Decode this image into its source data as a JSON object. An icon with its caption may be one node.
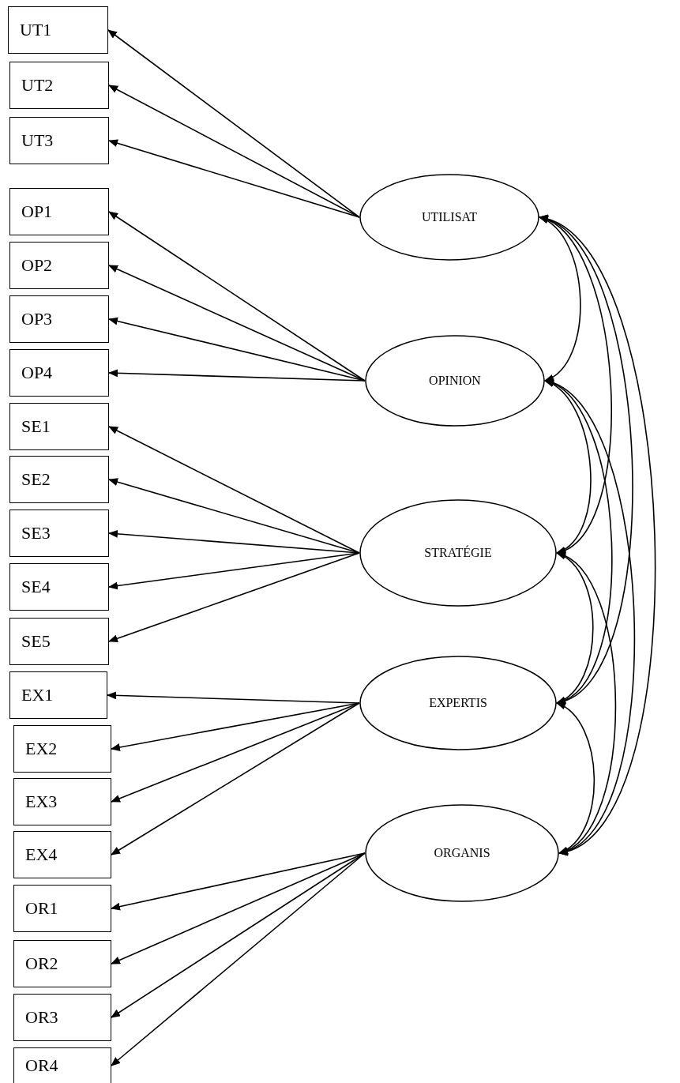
{
  "diagram": {
    "nodes": [
      {
        "text": [
          "UT1"
        ]
      },
      {
        "text": [
          "UT2"
        ]
      },
      {
        "text": [
          "UT3"
        ]
      },
      {
        "text": [
          "OP1"
        ]
      },
      {
        "text": [
          "OP2"
        ]
      },
      {
        "text": [
          "OP3"
        ]
      },
      {
        "text": [
          "OP4"
        ]
      },
      {
        "text": [
          "SE1"
        ]
      },
      {
        "text": [
          "SE2"
        ]
      },
      {
        "text": [
          "SE3"
        ]
      },
      {
        "text": [
          "SE4"
        ]
      },
      {
        "text": [
          "SE5"
        ]
      },
      {
        "text": [
          "EX1"
        ]
      },
      {
        "text": [
          "EX2"
        ]
      },
      {
        "text": [
          "EX3"
        ]
      },
      {
        "text": [
          "EX4"
        ]
      },
      {
        "text": [
          "OR1"
        ]
      },
      {
        "text": [
          "OR2"
        ]
      },
      {
        "text": [
          "OR3"
        ]
      },
      {
        "text": [
          "OR4"
        ]
      },
      {
        "text": [
          "UTILISAT"
        ]
      },
      {
        "text": [
          "OPINION"
        ]
      },
      {
        "text": [
          "STRATÉGIE"
        ]
      },
      {
        "text": [
          "EXPERTIS"
        ]
      },
      {
        "text": [
          "ORGANIS"
        ]
      }
    ],
    "edges": [
      {
        "from": 20,
        "to": 0,
        "arrow": "to"
      },
      {
        "from": 20,
        "to": 1,
        "arrow": "to"
      },
      {
        "from": 20,
        "to": 2,
        "arrow": "to"
      },
      {
        "from": 21,
        "to": 3,
        "arrow": "to"
      },
      {
        "from": 21,
        "to": 4,
        "arrow": "to"
      },
      {
        "from": 21,
        "to": 5,
        "arrow": "to"
      },
      {
        "from": 21,
        "to": 6,
        "arrow": "to"
      },
      {
        "from": 22,
        "to": 7,
        "arrow": "to"
      },
      {
        "from": 22,
        "to": 8,
        "arrow": "to"
      },
      {
        "from": 22,
        "to": 9,
        "arrow": "to"
      },
      {
        "from": 22,
        "to": 10,
        "arrow": "to"
      },
      {
        "from": 22,
        "to": 11,
        "arrow": "to"
      },
      {
        "from": 23,
        "to": 12,
        "arrow": "to"
      },
      {
        "from": 23,
        "to": 13,
        "arrow": "to"
      },
      {
        "from": 23,
        "to": 14,
        "arrow": "to"
      },
      {
        "from": 23,
        "to": 15,
        "arrow": "to"
      },
      {
        "from": 24,
        "to": 16,
        "arrow": "to"
      },
      {
        "from": 24,
        "to": 17,
        "arrow": "to"
      },
      {
        "from": 24,
        "to": 18,
        "arrow": "to"
      },
      {
        "from": 24,
        "to": 19,
        "arrow": "to"
      },
      {
        "from": 20,
        "to": 21,
        "arrow": "both"
      },
      {
        "from": 20,
        "to": 22,
        "arrow": "both"
      },
      {
        "from": 20,
        "to": 23,
        "arrow": "both"
      },
      {
        "from": 20,
        "to": 24,
        "arrow": "both"
      },
      {
        "from": 21,
        "to": 22,
        "arrow": "both"
      },
      {
        "from": 21,
        "to": 23,
        "arrow": "both"
      },
      {
        "from": 21,
        "to": 24,
        "arrow": "both"
      },
      {
        "from": 22,
        "to": 23,
        "arrow": "both"
      },
      {
        "from": 22,
        "to": 24,
        "arrow": "both"
      },
      {
        "from": 23,
        "to": 24,
        "arrow": "both"
      }
    ]
  }
}
